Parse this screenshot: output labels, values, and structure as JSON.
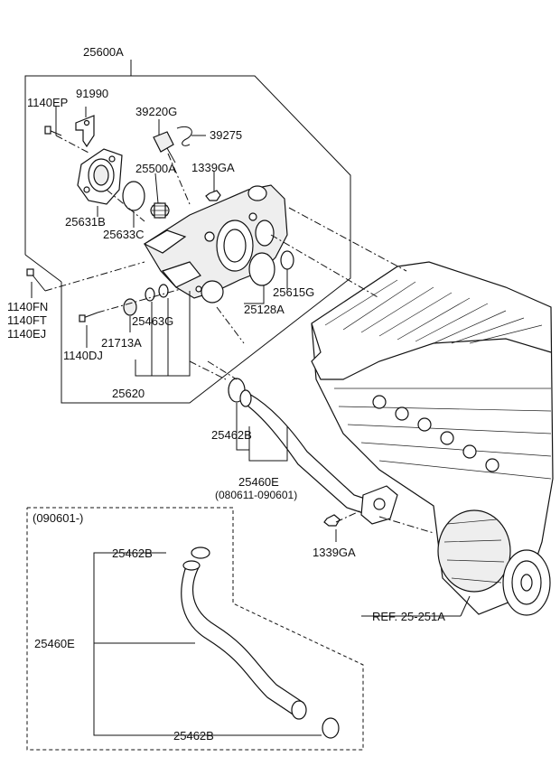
{
  "labels": {
    "assembly": "25600A",
    "bolt_1140EP": "1140EP",
    "bracket": "91990",
    "sensor": "39220G",
    "clip": "39275",
    "thermostat": "25500A",
    "nut_top": "1339GA",
    "housing_cover": "25631B",
    "gasket_cover": "25633C",
    "gasket_right": "25615G",
    "housing": "25128A",
    "bolt_fn": "1140FN",
    "bolt_ft": "1140FT",
    "bolt_ej": "1140EJ",
    "oring": "25463G",
    "plug": "21713A",
    "bolt_dj": "1140DJ",
    "group": "25620",
    "pipe_oring": "25462B",
    "pipe": "25460E",
    "pipe_dates": "(080611-090601)",
    "nut_bottom": "1339GA",
    "inset_date": "(090601-)",
    "inset_oring_top": "25462B",
    "inset_pipe": "25460E",
    "inset_oring_bottom": "25462B",
    "ref": "REF. 25-251A"
  }
}
